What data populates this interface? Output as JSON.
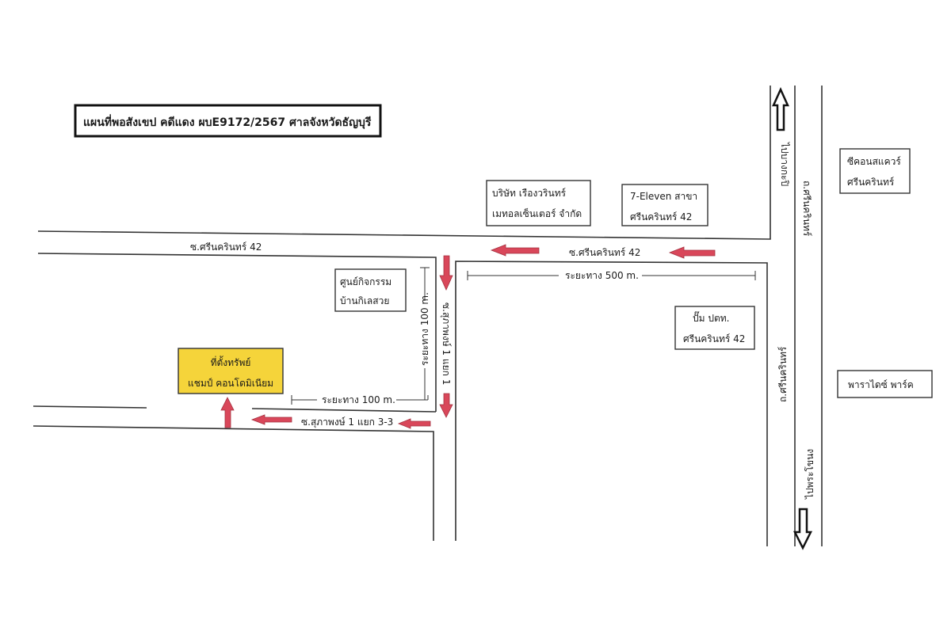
{
  "title": "แผนที่พอสังเขป คดีแดง ผบE9172/2567 ศาลจังหวัดธัญบุรี",
  "roads": {
    "soi_42_left": "ซ.ศรีนครินทร์ 42",
    "soi_42_right": "ซ.ศรีนครินทร์ 42",
    "soi_supapong_vertical": "ซ.สุภาพงษ์ 1 แยก 1",
    "soi_supapong_horizontal": "ซ.สุภาพงษ์ 1 แยก 3-3",
    "srinakarin_top": "ถ.ศรีนครินทร์",
    "srinakarin_bottom": "ถ.ศรีนครินทร์"
  },
  "directions": {
    "north": "ไปบางกะปิ",
    "south": "ไปพระโขนง"
  },
  "distances": {
    "soi42": "ระยะทาง 500 m.",
    "vertical": "ระยะทาง 100 m.",
    "horizontal": "ระยะทาง 100 m."
  },
  "landmarks": {
    "company": [
      "บริษัท เรืองวรินทร์",
      "เมทอลเซ็นเตอร์ จำกัด"
    ],
    "seven_eleven": [
      "7-Eleven สาขา",
      "ศรีนครินทร์ 42"
    ],
    "activity_center": [
      "ศูนย์กิจกรรม",
      "บ้านกิเลสวย"
    ],
    "property": [
      "ที่ตั้งทรัพย์",
      "แชมป์ คอนโดมิเนียม"
    ],
    "ptt": [
      "ปั๊ม ปตท.",
      "ศรีนครินทร์ 42"
    ],
    "seacon": [
      "ซีคอนสแควร์",
      "ศรีนครินทร์"
    ],
    "paradise": [
      "พาราไดซ์ พาร์ค"
    ]
  },
  "colors": {
    "property_fill": "#f5d43a",
    "arrow_red": "#d9475a"
  }
}
